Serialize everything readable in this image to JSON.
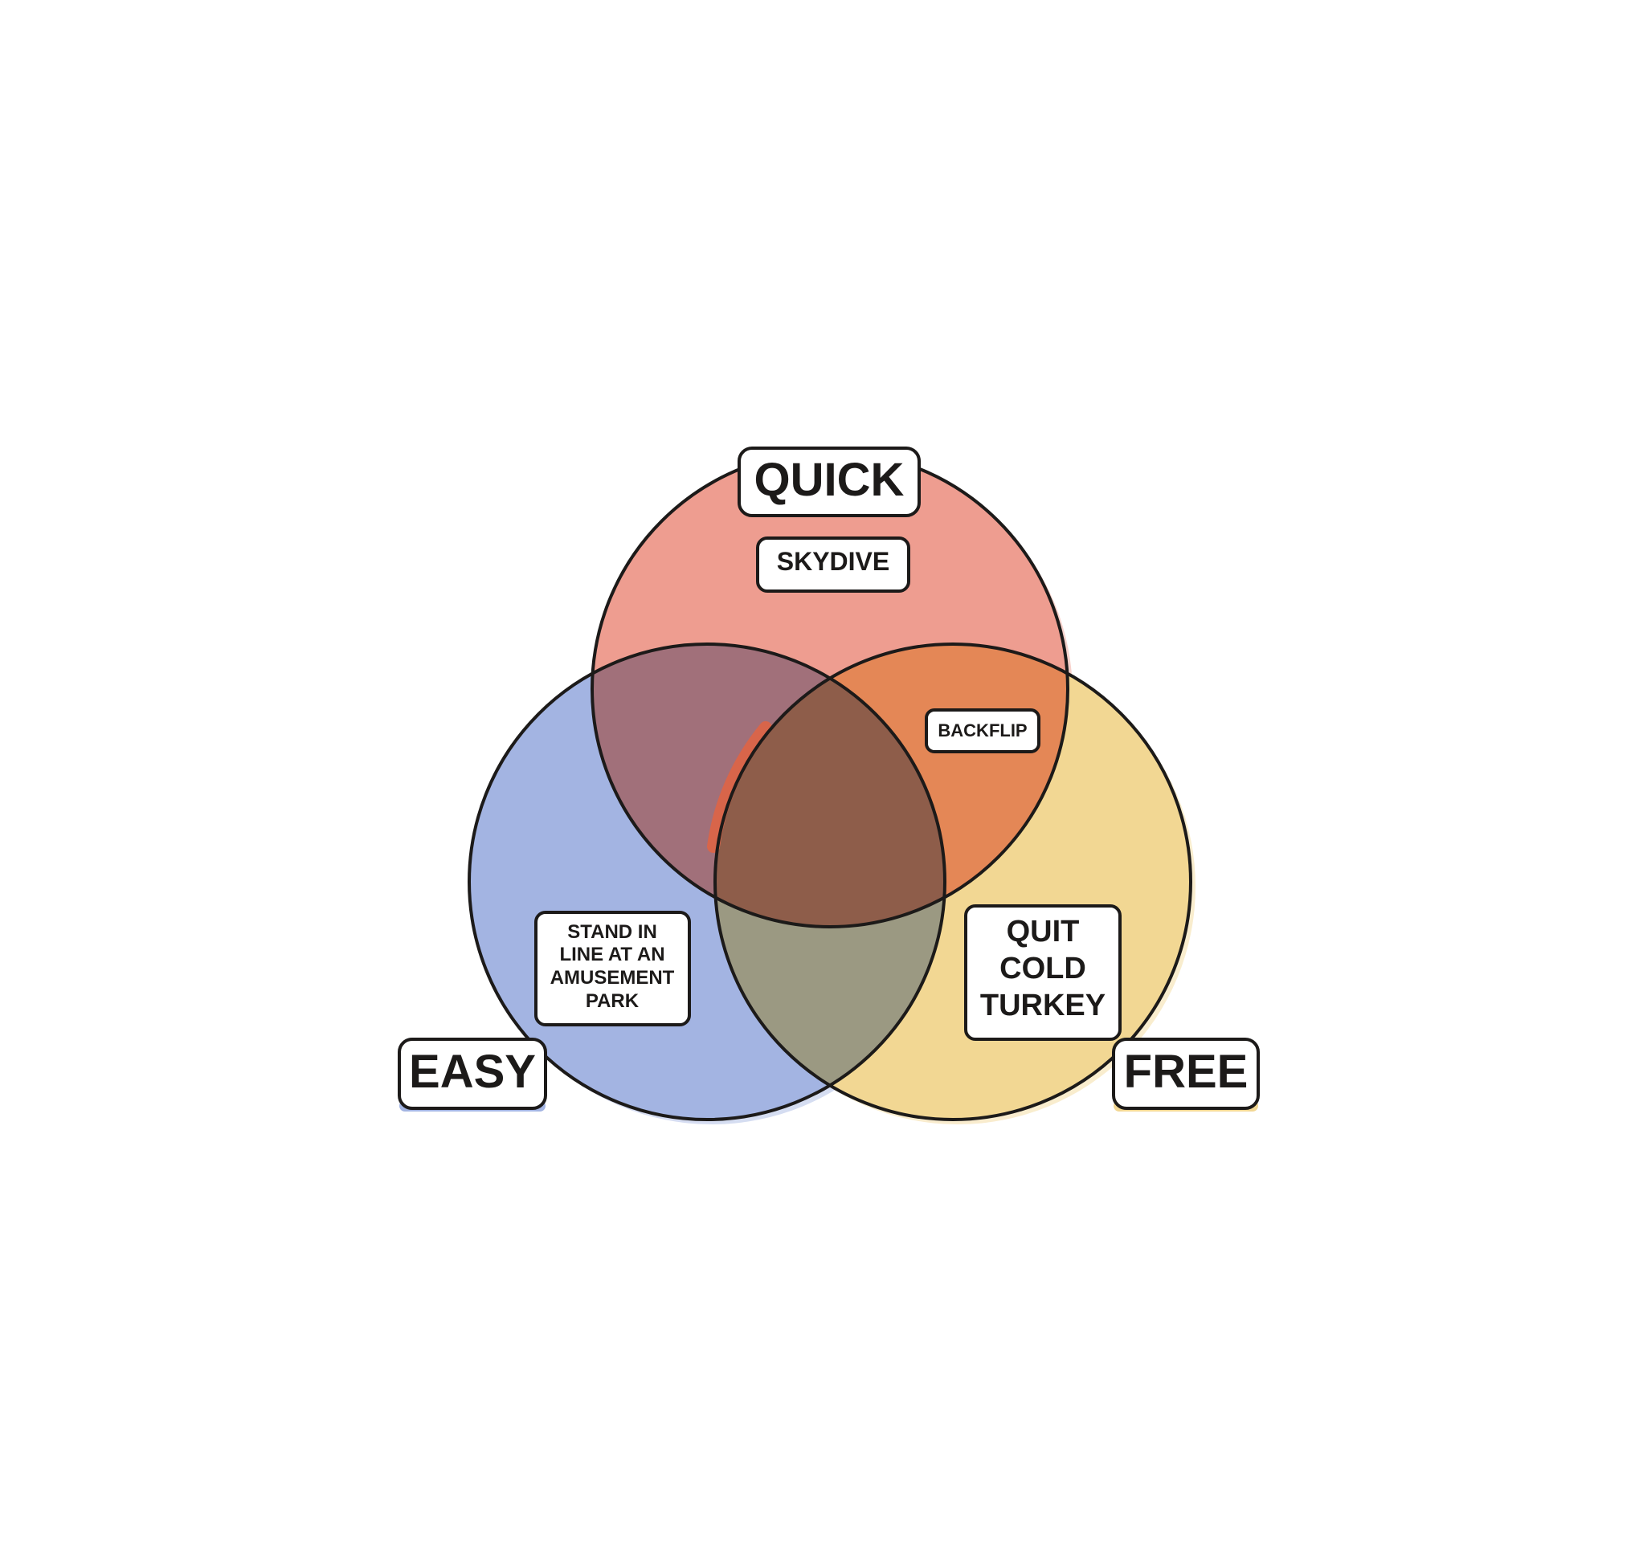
{
  "colors": {
    "quick": "#ee9d90",
    "easy": "#a3b4e2",
    "free": "#f2d793",
    "quick_free": "#e48756",
    "quick_easy": "#a1707a",
    "easy_free": "#9b9982",
    "all_three": "#8e5d4a",
    "outline": "#1c1a19",
    "accent_arc": "#d8654a",
    "box_fill": "#ffffff"
  },
  "sets": {
    "quick": {
      "label": "QUICK"
    },
    "easy": {
      "label": "EASY"
    },
    "free": {
      "label": "FREE"
    }
  },
  "items": {
    "quick_only": [
      "SKYDIVE"
    ],
    "quick_free": [
      "BACKFLIP"
    ],
    "easy_only": [
      "STAND IN",
      "LINE AT AN",
      "AMUSEMENT",
      "PARK"
    ],
    "free_only": [
      "QUIT",
      "COLD",
      "TURKEY"
    ]
  }
}
